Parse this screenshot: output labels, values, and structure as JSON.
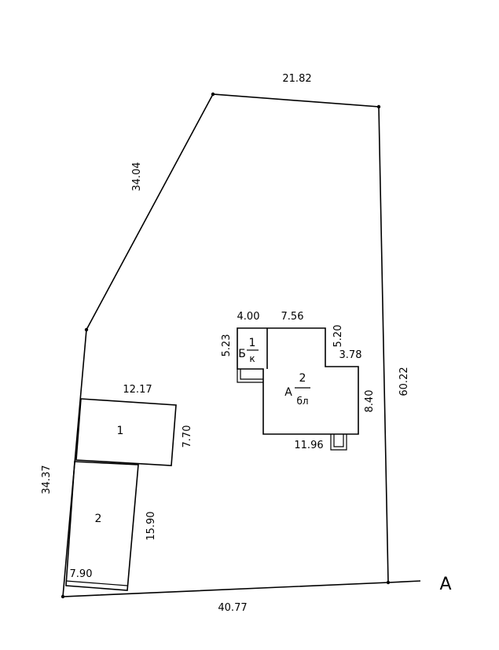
{
  "plot": {
    "dims": {
      "top": "21.82",
      "upper_left": "34.04",
      "right": "60.22",
      "lower_left": "34.37",
      "bottom": "40.77"
    },
    "marker_label": "А"
  },
  "building_1": {
    "label": "1",
    "width": "12.17",
    "depth": "7.70"
  },
  "building_2": {
    "label": "2",
    "depth": "15.90",
    "width": "7.90"
  },
  "main_house": {
    "letter": "А",
    "floors": "2",
    "material": "бл",
    "dim_top": "7.56",
    "dim_right_notch": "5.20",
    "dim_step": "3.78",
    "dim_right": "8.40",
    "dim_bottom": "11.96"
  },
  "annex": {
    "letter": "Б",
    "floors": "1",
    "material": "к",
    "dim_top": "4.00",
    "dim_left": "5.23"
  }
}
